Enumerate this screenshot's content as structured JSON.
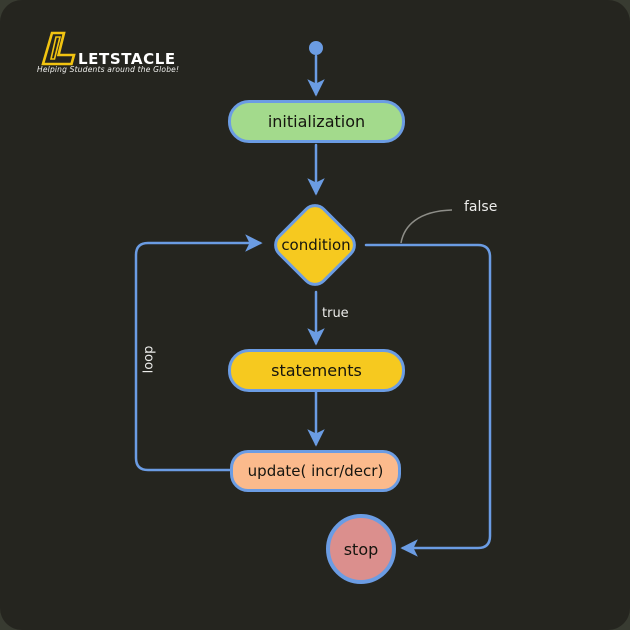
{
  "page": {
    "background_outer": "#383b31",
    "background_card": "#25251f"
  },
  "logo": {
    "brand": "LETSTACLE",
    "tagline": "Helping Students around the Globe!",
    "glyph_color": "#f2c411"
  },
  "colors": {
    "connector_blue": "#6b9ce3",
    "node_green": "#a3da8c",
    "node_yellow": "#f6c91f",
    "node_peach": "#fbba8c",
    "node_pink": "#db8f8d",
    "callout_gray": "#8e8e88",
    "edge_label_white": "#ececea",
    "node_text": "#15150f"
  },
  "nodes": {
    "start": {
      "type": "dot"
    },
    "initialization": {
      "label": "initialization",
      "type": "rounded-rect",
      "fill": "#a3da8c"
    },
    "condition": {
      "label": "condition",
      "type": "diamond",
      "fill": "#f6c91f"
    },
    "statements": {
      "label": "statements",
      "type": "rounded-rect",
      "fill": "#f6c91f"
    },
    "update": {
      "label": "update( incr/decr)",
      "type": "rounded-rect",
      "fill": "#fbba8c"
    },
    "stop": {
      "label": "stop",
      "type": "circle",
      "fill": "#db8f8d"
    }
  },
  "edges": {
    "true_label": "true",
    "false_label": "false",
    "loop_label": "loop",
    "flow": [
      "start -> initialization",
      "initialization -> condition",
      "condition -true-> statements",
      "statements -> update",
      "update -loop-> condition",
      "condition -false-> stop"
    ]
  }
}
